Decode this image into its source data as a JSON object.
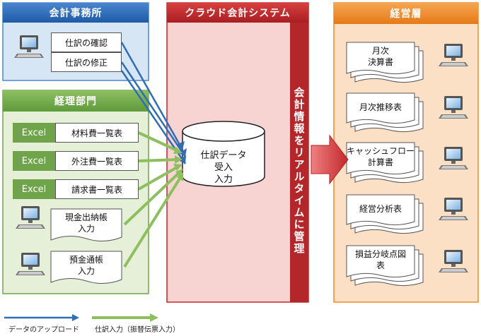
{
  "accounting_office": {
    "title": "会計事務所",
    "items": [
      "仕訳の確認",
      "仕訳の修正"
    ]
  },
  "accounting_dept": {
    "title": "経理部門",
    "excel_label": "Excel",
    "excel_items": [
      "材料費一覧表",
      "外注費一覧表",
      "請求書一覧表"
    ],
    "docs": [
      {
        "line1": "現金出納帳",
        "line2": "入力"
      },
      {
        "line1": "預金通帳",
        "line2": "入力"
      }
    ]
  },
  "cloud": {
    "title": "クラウド会計システム",
    "db_lines": [
      "仕訳データ",
      "受入",
      "入力"
    ],
    "vertical_text": "会計情報をリアルタイムに管理"
  },
  "management": {
    "title": "経営層",
    "reports": [
      {
        "line1": "月次",
        "line2": "決算書"
      },
      {
        "line1": "月次推移表",
        "line2": ""
      },
      {
        "line1": "キャッシュフロー",
        "line2": "計算書"
      },
      {
        "line1": "経営分析表",
        "line2": ""
      },
      {
        "line1": "損益分岐点図",
        "line2": "表"
      }
    ]
  },
  "legend": {
    "upload": "データのアップロード",
    "entry": "仕訳入力（振替伝票入力）"
  },
  "colors": {
    "blue": "#2f6db5",
    "green": "#6fa44a",
    "red": "#c0282c",
    "orange": "#ee8a2a"
  }
}
